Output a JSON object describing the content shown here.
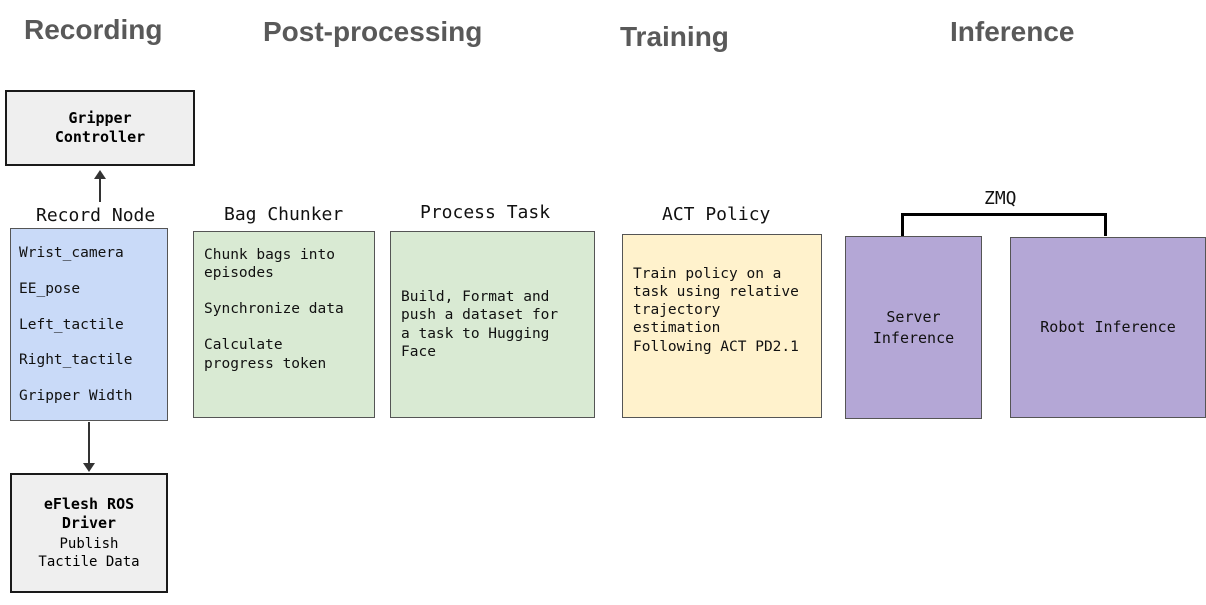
{
  "headers": {
    "recording": "Recording",
    "post_processing": "Post-processing",
    "training": "Training",
    "inference": "Inference"
  },
  "colors": {
    "header_text": "#595959",
    "record_node_fill": "#c9daf8",
    "post_processing_fill": "#d9ead3",
    "training_fill": "#fff2cc",
    "inference_fill": "#b4a7d6",
    "gray_fill": "#efefef"
  },
  "gripper_controller": {
    "label": "Gripper\nController"
  },
  "record_node": {
    "title": "Record Node",
    "items": [
      "Wrist_camera",
      "EE_pose",
      "Left_tactile",
      "Right_tactile",
      "Gripper Width"
    ]
  },
  "eflesh_driver": {
    "title": "eFlesh ROS\nDriver",
    "subtitle": "Publish\nTactile Data"
  },
  "bag_chunker": {
    "title": "Bag Chunker",
    "lines": [
      "Chunk bags into\nepisodes",
      "Synchronize data",
      "Calculate\nprogress token"
    ]
  },
  "process_task": {
    "title": "Process Task",
    "body": "Build, Format and\npush a dataset for\na task to Hugging\nFace"
  },
  "act_policy": {
    "title": "ACT Policy",
    "body": "Train policy on a\ntask using relative\ntrajectory\nestimation\nFollowing ACT PD2.1"
  },
  "zmq": {
    "label": "ZMQ"
  },
  "server_inference": {
    "label": "Server\nInference"
  },
  "robot_inference": {
    "label": "Robot Inference"
  }
}
